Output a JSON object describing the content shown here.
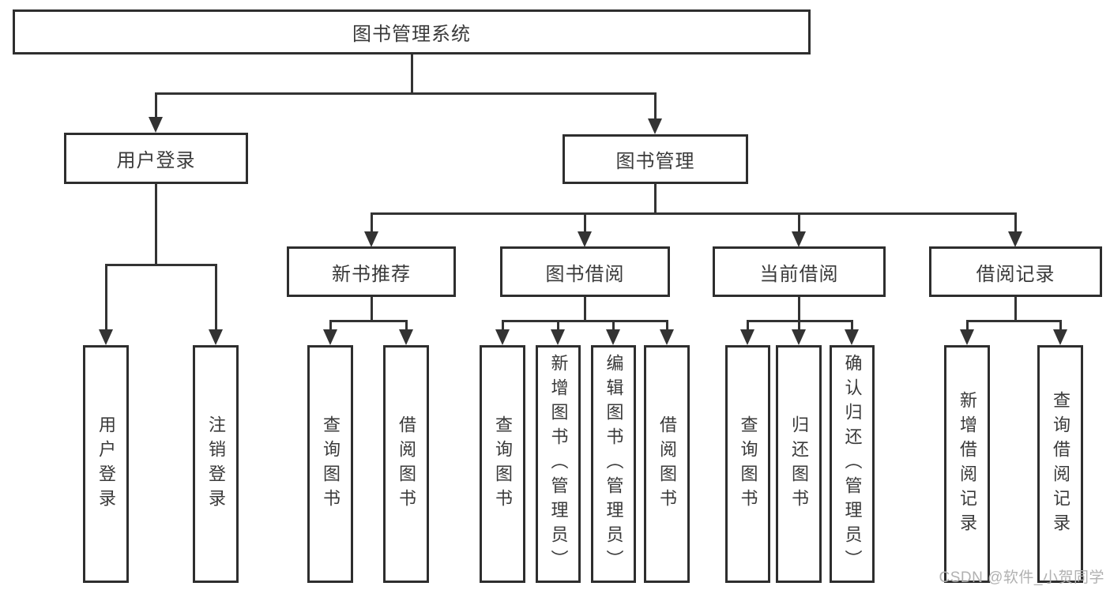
{
  "diagram_title": "图书管理系统",
  "tree": {
    "label": "图书管理系统",
    "children": [
      {
        "label": "用户登录",
        "children": [
          {
            "label": "用户登录"
          },
          {
            "label": "注销登录"
          }
        ]
      },
      {
        "label": "图书管理",
        "children": [
          {
            "label": "新书推荐",
            "children": [
              {
                "label": "查询图书"
              },
              {
                "label": "借阅图书"
              }
            ]
          },
          {
            "label": "图书借阅",
            "children": [
              {
                "label": "查询图书"
              },
              {
                "label": "新增图书（管理员）"
              },
              {
                "label": "编辑图书（管理员）"
              },
              {
                "label": "借阅图书"
              }
            ]
          },
          {
            "label": "当前借阅",
            "children": [
              {
                "label": "查询图书"
              },
              {
                "label": "归还图书"
              },
              {
                "label": "确认归还（管理员）"
              }
            ]
          },
          {
            "label": "借阅记录",
            "children": [
              {
                "label": "新增借阅记录"
              },
              {
                "label": "查询借阅记录"
              }
            ]
          }
        ]
      }
    ]
  },
  "watermark": "CSDN @软件_小贺同学",
  "colors": {
    "line": "#333333",
    "box_border": "#2e2e2e",
    "text": "#3a3a3a",
    "watermark": "#b1b1b1",
    "background": "#ffffff"
  }
}
